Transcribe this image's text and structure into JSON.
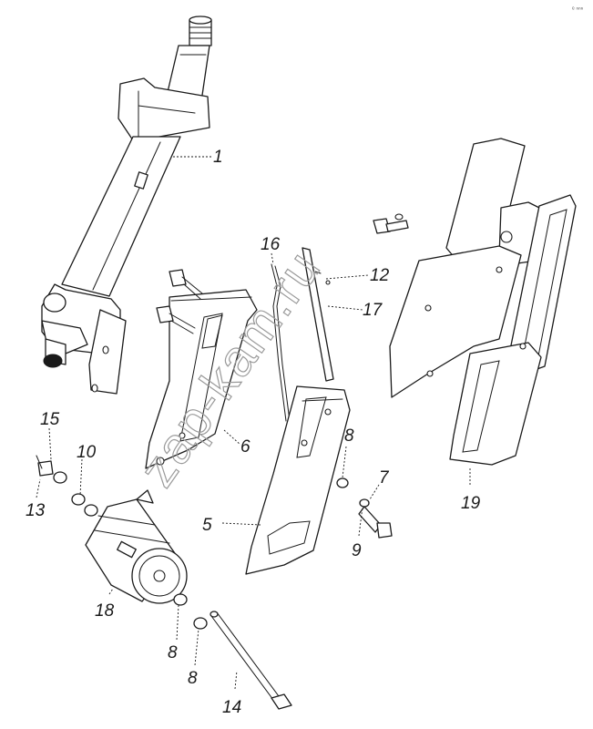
{
  "diagram": {
    "watermark": "zap-kam.ru",
    "corner_mark": "ᵉ ⁿⁿⁿ",
    "callouts": [
      {
        "id": "c1",
        "text": "1"
      },
      {
        "id": "c16",
        "text": "16"
      },
      {
        "id": "c12",
        "text": "12"
      },
      {
        "id": "c17",
        "text": "17"
      },
      {
        "id": "c6",
        "text": "6"
      },
      {
        "id": "c15",
        "text": "15"
      },
      {
        "id": "c10",
        "text": "10"
      },
      {
        "id": "c13",
        "text": "13"
      },
      {
        "id": "c8a",
        "text": "8"
      },
      {
        "id": "c7",
        "text": "7"
      },
      {
        "id": "c19",
        "text": "19"
      },
      {
        "id": "c5",
        "text": "5"
      },
      {
        "id": "c9",
        "text": "9"
      },
      {
        "id": "c18",
        "text": "18"
      },
      {
        "id": "c8b",
        "text": "8"
      },
      {
        "id": "c8c",
        "text": "8"
      },
      {
        "id": "c14",
        "text": "14"
      }
    ]
  }
}
